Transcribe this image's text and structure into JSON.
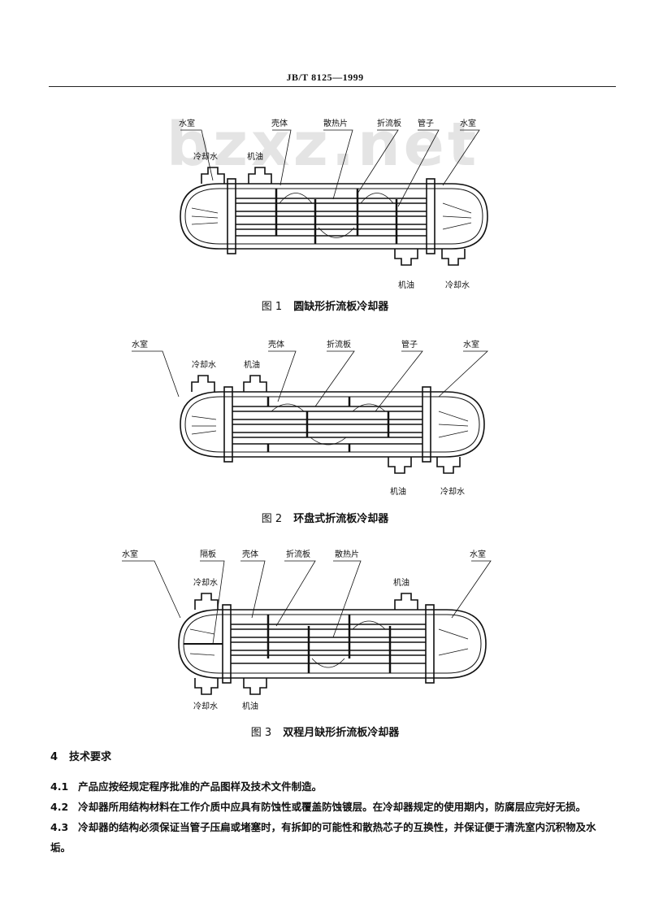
{
  "header": {
    "standard": "JB/T 8125—1999"
  },
  "watermark": "bzxz.net",
  "figures": [
    {
      "num": "图 1",
      "caption": "圆缺形折流板冷却器",
      "labels": {
        "water_chamber": "水室",
        "shell": "壳体",
        "fin": "散热片",
        "baffle": "折流板",
        "tube": "管子",
        "water_chamber_right": "水室",
        "cooling_water": "冷却水",
        "oil": "机油",
        "oil_out": "机油",
        "cooling_water_out": "冷却水"
      }
    },
    {
      "num": "图 2",
      "caption": "环盘式折流板冷却器",
      "labels": {
        "water_chamber": "水室",
        "cooling_water": "冷却水",
        "oil": "机油",
        "shell": "壳体",
        "baffle": "折流板",
        "tube": "管子",
        "water_chamber_right": "水室",
        "oil_out": "机油",
        "cooling_water_out": "冷却水"
      }
    },
    {
      "num": "图 3",
      "caption": "双程月缺形折流板冷却器",
      "labels": {
        "water_chamber": "水室",
        "partition": "隔板",
        "shell": "壳体",
        "baffle": "折流板",
        "fin": "散热片",
        "water_chamber_right": "水室",
        "cooling_water": "冷却水",
        "oil": "机油",
        "cooling_water_out": "冷却水",
        "oil_out": "机油"
      }
    }
  ],
  "section": {
    "num": "4",
    "title": "技术要求"
  },
  "clauses": [
    {
      "num": "4.1",
      "text": "产品应按经规定程序批准的产品图样及技术文件制造。"
    },
    {
      "num": "4.2",
      "text": "冷却器所用结构材料在工作介质中应具有防蚀性或覆盖防蚀镀层。在冷却器规定的使用期内，防腐层应完好无损。"
    },
    {
      "num": "4.3",
      "text": "冷却器的结构必须保证当管子压扁或堵塞时，有拆卸的可能性和散热芯子的互换性，并保证便于清洗室内沉积物及水垢。"
    }
  ]
}
